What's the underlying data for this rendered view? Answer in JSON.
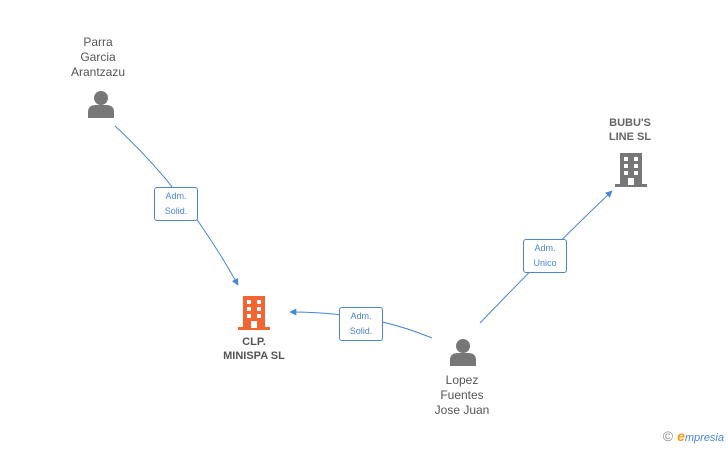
{
  "nodes": {
    "parra": {
      "lines": [
        "Parra",
        "Garcia",
        "Arantzazu"
      ],
      "type": "person"
    },
    "lopez": {
      "lines": [
        "Lopez",
        "Fuentes",
        "Jose Juan"
      ],
      "type": "person"
    },
    "clp": {
      "lines": [
        "CLP.",
        "MINISPA  SL"
      ],
      "type": "company",
      "color": "#f26530"
    },
    "bubus": {
      "lines": [
        "BUBU'S",
        "LINE  SL"
      ],
      "type": "company",
      "color": "#777777"
    }
  },
  "edges": [
    {
      "from": "parra",
      "to": "clp",
      "label": [
        "Adm.",
        "Solid."
      ]
    },
    {
      "from": "lopez",
      "to": "clp",
      "label": [
        "Adm.",
        "Solid."
      ]
    },
    {
      "from": "lopez",
      "to": "bubus",
      "label": [
        "Adm.",
        "Unico"
      ]
    }
  ],
  "colors": {
    "edge": "#4a86d4",
    "person": "#777777"
  },
  "brand": {
    "copyright": "©",
    "initial": "e",
    "name": "mpresia"
  }
}
